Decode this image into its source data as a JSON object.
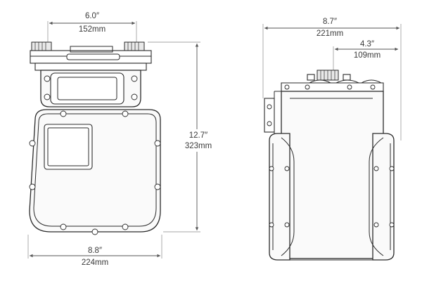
{
  "front_view": {
    "width_top_in": "6.0″",
    "width_top_mm": "152mm",
    "width_bottom_in": "8.8″",
    "width_bottom_mm": "224mm",
    "height_in": "12.7″",
    "height_mm": "323mm"
  },
  "side_view": {
    "depth_in": "8.7″",
    "depth_mm": "221mm",
    "offset_in": "4.3″",
    "offset_mm": "109mm"
  }
}
